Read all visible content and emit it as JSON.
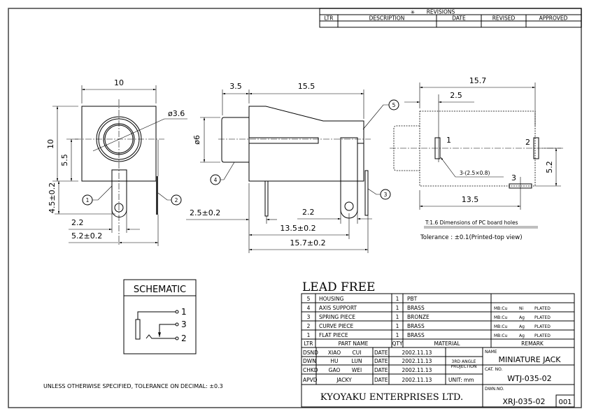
{
  "revisions": {
    "title": "REVISIONS",
    "symbol": "✳",
    "columns": [
      "LTR",
      "DESCRIPTION",
      "DATE",
      "REVISED",
      "APPROVED"
    ]
  },
  "front_view": {
    "width": "10",
    "height": "10",
    "center_height": "5.5",
    "pin_length": "4.5±0.2",
    "diameter": "ø3.6",
    "dim_2_2": "2.2",
    "dim_5_2": "5.2±0.2",
    "balloon_1": "1",
    "balloon_2": "2"
  },
  "side_view": {
    "nose_length": "3.5",
    "body_length": "15.5",
    "nose_diameter": "ø6",
    "dim_2_5": "2.5±0.2",
    "dim_2_2": "2.2",
    "dim_13_5": "13.5±0.2",
    "dim_15_7": "15.7±0.2",
    "balloon_3": "3",
    "balloon_4": "4",
    "balloon_5": "5"
  },
  "pcb_view": {
    "length": "15.7",
    "offset": "2.5",
    "height": "5.2",
    "pin_span": "13.5",
    "hole_label": "3-(2.5×0.8)",
    "pin1": "1",
    "pin2": "2",
    "pin3": "3",
    "note_title": "T:1.6 Dimensions of PC board holes",
    "note_tolerance": "Tolerance : ±0.1(Printed-top view)"
  },
  "schematic": {
    "title": "SCHEMATIC",
    "pins": [
      "1",
      "3",
      "2"
    ]
  },
  "tolerance_note": "UNLESS OTHERWISE SPECIFIED, TOLERANCE ON DECIMAL: ±0.3",
  "lead_free": "LEAD FREE",
  "parts": {
    "headers": {
      "ltr": "LTR",
      "part_name": "PART NAME",
      "qty": "QTY",
      "material": "MATERIAL",
      "remark": "REMARK"
    },
    "rows": [
      {
        "ltr": "5",
        "name": "HOUSING",
        "qty": "1",
        "material": "PBT",
        "mb": "",
        "plating": "",
        "plated": ""
      },
      {
        "ltr": "4",
        "name": "AXIS SUPPORT",
        "qty": "1",
        "material": "BRASS",
        "mb": "MB:Cu",
        "plating": "Ni",
        "plated": "PLATED"
      },
      {
        "ltr": "3",
        "name": "SPRING PIECE",
        "qty": "1",
        "material": "BRONZE",
        "mb": "MB:Cu",
        "plating": "Ag",
        "plated": "PLATED"
      },
      {
        "ltr": "2",
        "name": "CURVE PIECE",
        "qty": "1",
        "material": "BRASS",
        "mb": "MB:Cu",
        "plating": "Ag",
        "plated": "PLATED"
      },
      {
        "ltr": "1",
        "name": "FLAT PIECE",
        "qty": "1",
        "material": "BRASS",
        "mb": "MB:Cu",
        "plating": "Ag",
        "plated": "PLATED"
      }
    ]
  },
  "title_block": {
    "signoffs": [
      {
        "role": "DSND",
        "first": "XIAO",
        "last": "CUI",
        "date_label": "DATE",
        "date": "2002.11.13"
      },
      {
        "role": "DWN",
        "first": "HU",
        "last": "LUN",
        "date_label": "DATE",
        "date": "2002.11.13"
      },
      {
        "role": "CHKD",
        "first": "GAO",
        "last": "WEI",
        "date_label": "DATE",
        "date": "2002.11.13"
      },
      {
        "role": "APVD",
        "first": "JACKY",
        "last": "",
        "date_label": "DATE",
        "date": "2002.11.13"
      }
    ],
    "projection_1": "3RD ANGLE",
    "projection_2": "PROJECTION",
    "unit": "UNIT: mm",
    "name_label": "NAME",
    "name": "MINIATURE JACK",
    "cat_label": "CAT. NO.",
    "cat_no": "WTJ-035-02",
    "dwn_label": "DWN.NO.",
    "dwn_no": "XRJ-035-02",
    "sheet": "001",
    "company": "KYOYAKU ENTERPRISES LTD."
  }
}
